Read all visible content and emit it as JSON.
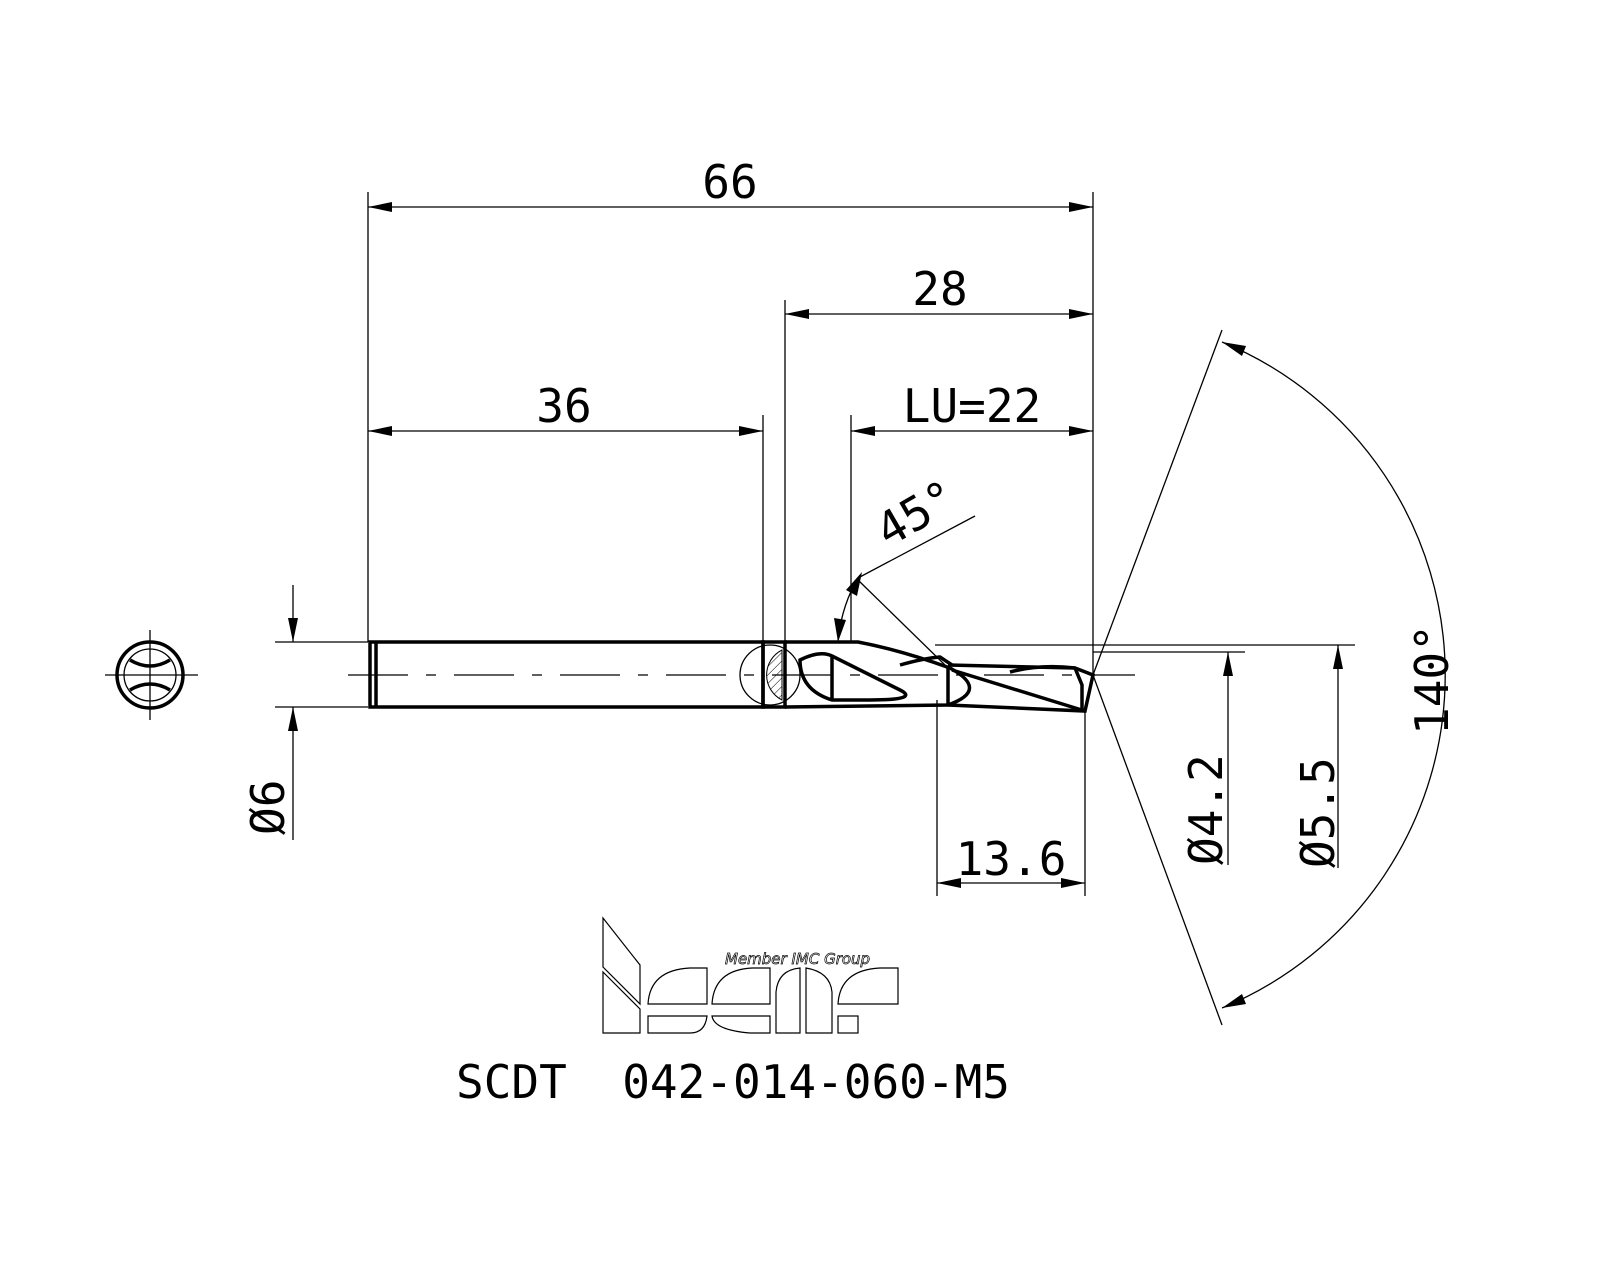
{
  "drawing": {
    "dimensions": {
      "overall_length": "66",
      "flute_section_length": "28",
      "shank_length": "36",
      "usable_length": "LU=22",
      "chamfer_angle": "45°",
      "shank_diameter": "Ø6",
      "step_length": "13.6",
      "pilot_diameter": "Ø4.2",
      "step_diameter": "Ø5.5",
      "point_angle": "140°"
    },
    "logo": {
      "brand": "iscar",
      "tagline": "Member IMC Group"
    },
    "part_number": "SCDT  042-014-060-M5"
  }
}
